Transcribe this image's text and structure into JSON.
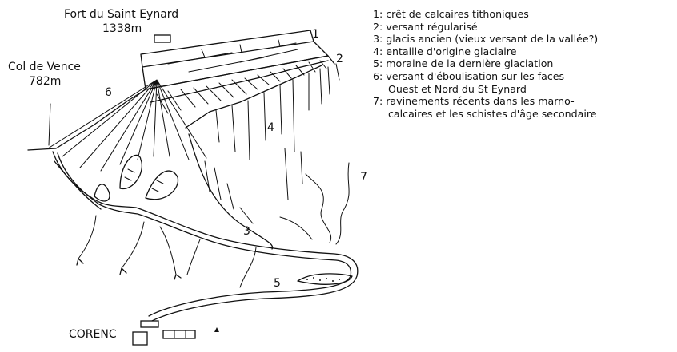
{
  "place_labels": {
    "fort_name": "Fort du Saint Eynard",
    "fort_alt": "1338m",
    "col_name": "Col de Vence",
    "col_alt": "782m",
    "town": "CORENC"
  },
  "markers": {
    "m1": "1",
    "m2": "2",
    "m3": "3",
    "m4": "4",
    "m5": "5",
    "m6": "6",
    "m7": "7"
  },
  "legend": [
    {
      "line1": "1: crêt de calcaires tithoniques"
    },
    {
      "line1": "2: versant régularisé"
    },
    {
      "line1": "3: glacis ancien (vieux versant de la vallée?)"
    },
    {
      "line1": "4: entaille d'origine glaciaire"
    },
    {
      "line1": "5: moraine de la dernière glaciation"
    },
    {
      "line1": "6: versant d'éboulisation sur les faces",
      "line2": "Ouest et Nord du St Eynard"
    },
    {
      "line1": "7: ravinements récents dans les marno-",
      "line2": "calcaires et les schistes d'âge secondaire"
    }
  ]
}
